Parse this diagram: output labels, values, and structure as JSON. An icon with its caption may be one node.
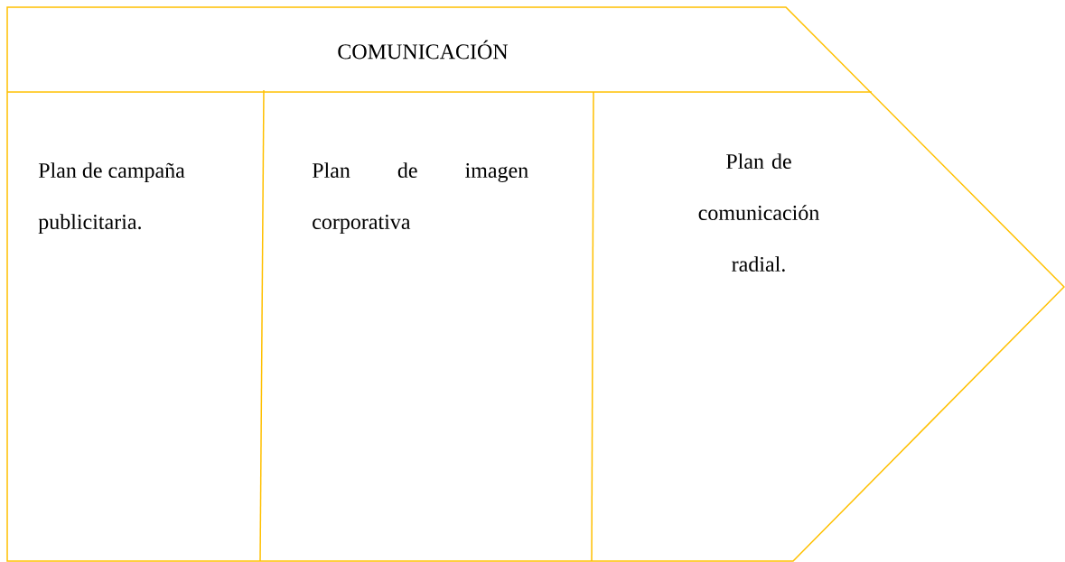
{
  "diagram": {
    "nodes": [
      {
        "text": [
          "COMUNICACIÓN"
        ]
      },
      {
        "text": [
          "Plan de campaña publicitaria."
        ],
        "in": 0
      },
      {
        "text": [
          "Plan de imagen corporativa"
        ],
        "in": 0
      },
      {
        "text": [
          "Plan de comunicación radial."
        ],
        "in": 0
      }
    ]
  }
}
